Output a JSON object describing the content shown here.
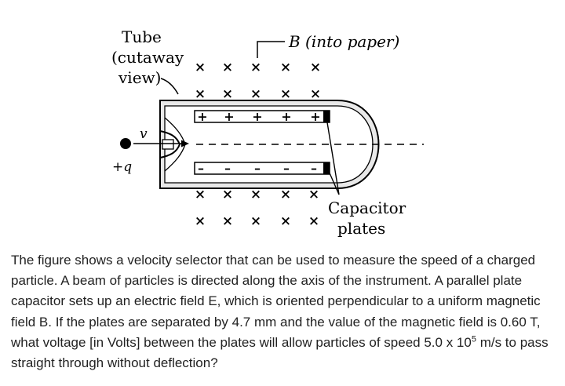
{
  "figure": {
    "labels": {
      "tube_line1": "Tube",
      "tube_line2": "(cutaway",
      "tube_line3": "view)",
      "field": "B (into paper)",
      "velocity": "v",
      "charge": "+q",
      "capacitor_line1": "Capacitor",
      "capacitor_line2": "plates"
    },
    "symbols": {
      "into_paper": "×",
      "positive": "+",
      "negative": "–"
    }
  },
  "question": {
    "before_exponent": "The figure shows a velocity selector that can be used to measure the speed of a charged particle. A beam of particles is directed along the axis of the instrument. A parallel plate capacitor sets up an electric field E, which is oriented perpendicular to a uniform magnetic field B. If the plates are separated by 4.7 mm and the value of the magnetic field is 0.60 T, what voltage [in Volts] between the plates will allow particles of speed 5.0 x 10",
    "exponent": "5",
    "after_exponent": " m/s to pass straight through without deflection?"
  }
}
